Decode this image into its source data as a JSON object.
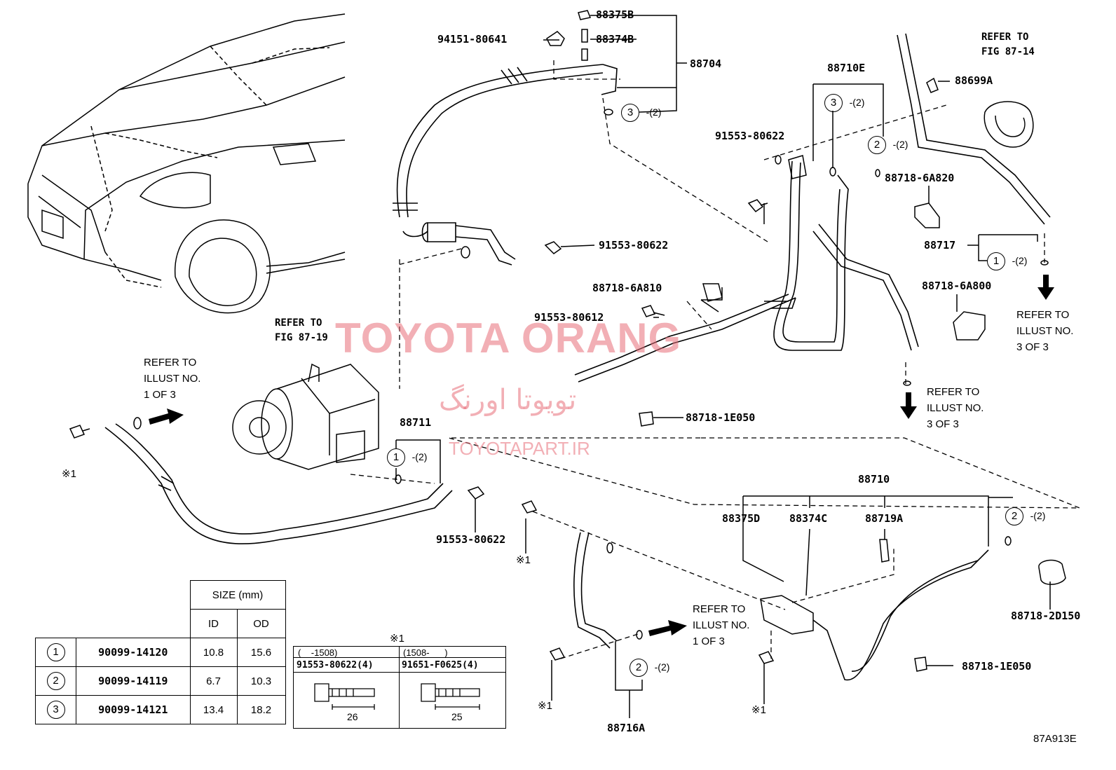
{
  "parts": {
    "p88375B": "88375B",
    "p88374B": "88374B",
    "p94151": "94151-80641",
    "p88704": "88704",
    "p88710E": "88710E",
    "p88699A": "88699A",
    "p91553_a": "91553-80622",
    "p91553_b": "91553-80622",
    "p91553_c": "91553-80622",
    "p91553_612": "91553-80612",
    "p88718_6A820": "88718-6A820",
    "p88718_6A810": "88718-6A810",
    "p88718_6A800": "88718-6A800",
    "p88717": "88717",
    "p88718_1E050_a": "88718-1E050",
    "p88718_1E050_b": "88718-1E050",
    "p88711": "88711",
    "p88710": "88710",
    "p88375D": "88375D",
    "p88374C": "88374C",
    "p88719A": "88719A",
    "p88718_2D150": "88718-2D150",
    "p88716A": "88716A"
  },
  "refs": {
    "fig_87_14": "REFER TO\nFIG 87-14",
    "fig_87_19": "REFER TO\nFIG 87-19",
    "illust_1a": "REFER TO\nILLUST NO.\n1 OF 3",
    "illust_1b": "REFER TO\nILLUST NO.\n1 OF 3",
    "illust_3a": "REFER TO\nILLUST NO.\n3 OF 3",
    "illust_3b": "REFER TO\nILLUST NO.\n3 OF 3"
  },
  "callouts": {
    "c3_a": "3",
    "q3_a": "-(2)",
    "c3_b": "3",
    "q3_b": "-(2)",
    "c2_a": "2",
    "q2_a": "-(2)",
    "c1_a": "1",
    "q1_a": "-(2)",
    "c1_b": "1",
    "q1_b": "-(2)",
    "c2_b": "2",
    "q2_b": "-(2)",
    "c2_c": "2",
    "q2_c": "-(2)"
  },
  "star_mark": "※1",
  "watermark": {
    "brand": "TOYOTA ORANG",
    "persian": "تویوتا اورنگ",
    "site": "TOYOTAPART.IR"
  },
  "size_table": {
    "header": "SIZE (mm)",
    "col_id": "ID",
    "col_od": "OD",
    "rows": [
      {
        "n": "1",
        "part": "90099-14120",
        "id": "10.8",
        "od": "15.6"
      },
      {
        "n": "2",
        "part": "90099-14119",
        "id": "6.7",
        "od": "10.3"
      },
      {
        "n": "3",
        "part": "90099-14121",
        "id": "13.4",
        "od": "18.2"
      }
    ]
  },
  "bolt_table": {
    "mark": "※1",
    "left_range": "(    -1508)",
    "right_range": "(1508-      )",
    "left_part": "91553-80622(4)",
    "right_part": "91651-F0625(4)",
    "left_len": "26",
    "right_len": "25"
  },
  "fig_code": "87A913E"
}
